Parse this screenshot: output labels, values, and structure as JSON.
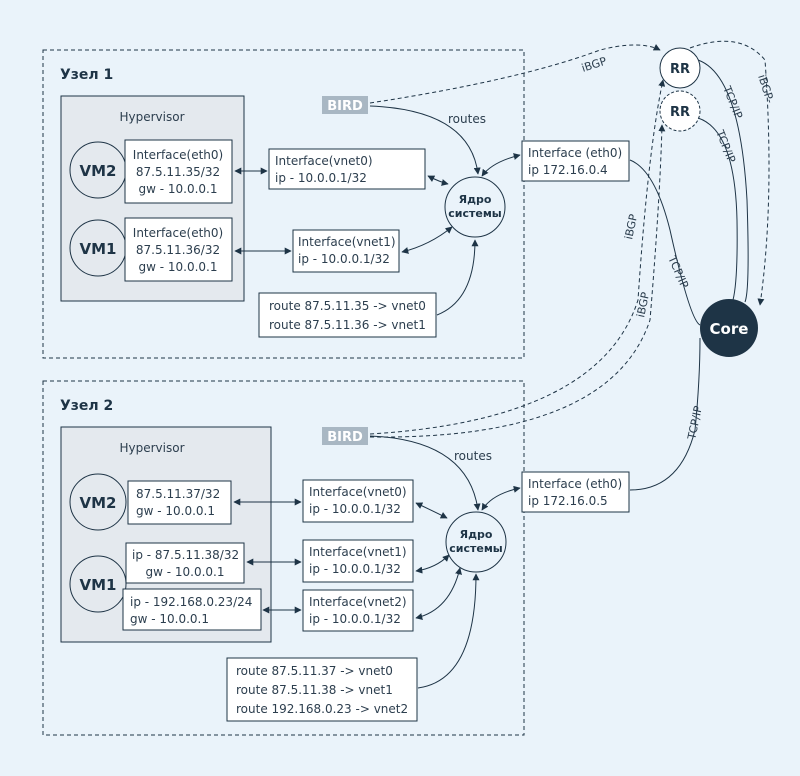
{
  "nodes": [
    {
      "title": "Узел 1",
      "hypervisor": "Hypervisor",
      "bird": "BIRD",
      "routes_label": "routes",
      "kernel": [
        "Ядро",
        "системы"
      ],
      "vms": [
        {
          "name": "VM2",
          "iface": [
            "Interface(eth0)",
            "87.5.11.35/32",
            "gw - 10.0.0.1"
          ]
        },
        {
          "name": "VM1",
          "iface": [
            "Interface(eth0)",
            "87.5.11.36/32",
            "gw - 10.0.0.1"
          ]
        }
      ],
      "vnets": [
        [
          "Interface(vnet0)",
          "ip - 10.0.0.1/32"
        ],
        [
          "Interface(vnet1)",
          "ip - 10.0.0.1/32"
        ]
      ],
      "eth": [
        "Interface (eth0)",
        "ip 172.16.0.4"
      ],
      "routes": [
        "route 87.5.11.35 -> vnet0",
        "route 87.5.11.36 -> vnet1"
      ]
    },
    {
      "title": "Узел 2",
      "hypervisor": "Hypervisor",
      "bird": "BIRD",
      "routes_label": "routes",
      "kernel": [
        "Ядро",
        "системы"
      ],
      "vms": [
        {
          "name": "VM2",
          "iface": [
            "87.5.11.37/32",
            "gw - 10.0.0.1"
          ]
        },
        {
          "name": "VM1",
          "iface": [
            "ip - 87.5.11.38/32",
            "gw - 10.0.0.1"
          ],
          "iface2": [
            "ip - 192.168.0.23/24",
            "gw - 10.0.0.1"
          ]
        }
      ],
      "vnets": [
        [
          "Interface(vnet0)",
          "ip - 10.0.0.1/32"
        ],
        [
          "Interface(vnet1)",
          "ip - 10.0.0.1/32"
        ],
        [
          "Interface(vnet2)",
          "ip - 10.0.0.1/32"
        ]
      ],
      "eth": [
        "Interface (eth0)",
        "ip 172.16.0.5"
      ],
      "routes": [
        "route 87.5.11.37 -> vnet0",
        "route 87.5.11.38 -> vnet1",
        "route 192.168.0.23 -> vnet2"
      ]
    }
  ],
  "rr_label": "RR",
  "core_label": "Core",
  "edge_labels": {
    "ibgp": "iBGP",
    "tcpip": "TCP/IP",
    "ibgp_dash": "iBGP-"
  },
  "colors": {
    "core": "#1e3446",
    "bird": "#a9b7c3",
    "line": "#1e3446",
    "background": "#eaf3fa"
  }
}
